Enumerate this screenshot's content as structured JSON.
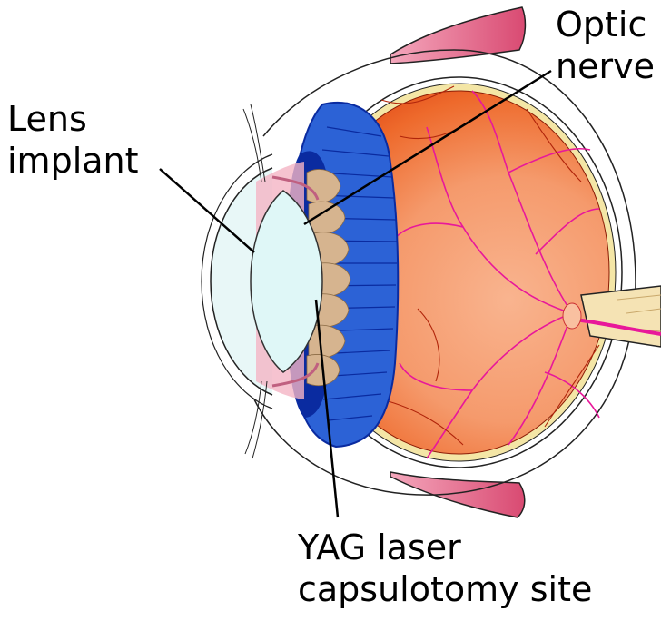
{
  "labels": {
    "lens_implant": [
      "Lens",
      "implant"
    ],
    "optic_nerve": [
      "Optic",
      "nerve"
    ],
    "yag_site": [
      "YAG laser",
      "capsulotomy site"
    ]
  },
  "colors": {
    "retina_outer": "#e0410e",
    "retina_inner": "#f7a57c",
    "sclera": "#ffffff",
    "choroid_band": "#f4e6a6",
    "ciliary_blue": "#2c62d6",
    "ciliary_dark": "#0a2ba0",
    "iris_tan": "#d6b48f",
    "lens": "#dff7f7",
    "cornea": "#e8f7f7",
    "muscle": "#e76a8e",
    "vessels": "#e8189a",
    "nerve": "#f5e3b4"
  }
}
